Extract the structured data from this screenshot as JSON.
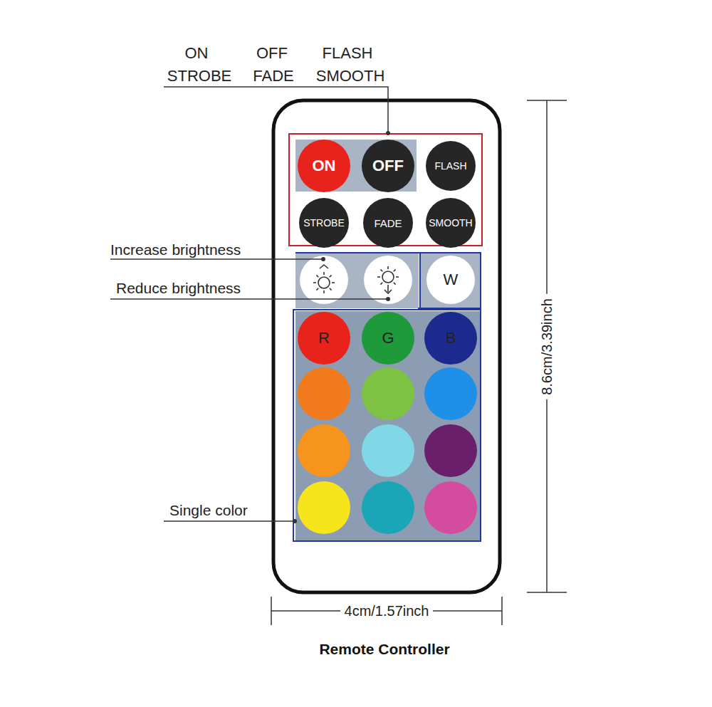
{
  "diagram": {
    "caption": "Remote Controller",
    "nodes": [
      {
        "text": [
          "ON"
        ]
      },
      {
        "text": [
          "OFF"
        ]
      },
      {
        "text": [
          "FLASH"
        ]
      },
      {
        "text": [
          "STROBE"
        ]
      },
      {
        "text": [
          "FADE"
        ]
      },
      {
        "text": [
          "SMOOTH"
        ]
      },
      {
        "text": [
          "W"
        ]
      },
      {
        "text": [
          "R"
        ]
      },
      {
        "text": [
          "G"
        ]
      },
      {
        "text": [
          "B"
        ]
      }
    ],
    "labels": [
      "ON",
      "OFF",
      "FLASH",
      "STROBE",
      "FADE",
      "SMOOTH",
      "Increase brightness",
      "Reduce brightness",
      "Single color",
      "8.6cm/3.39inch",
      "4cm/1.57inch"
    ]
  }
}
